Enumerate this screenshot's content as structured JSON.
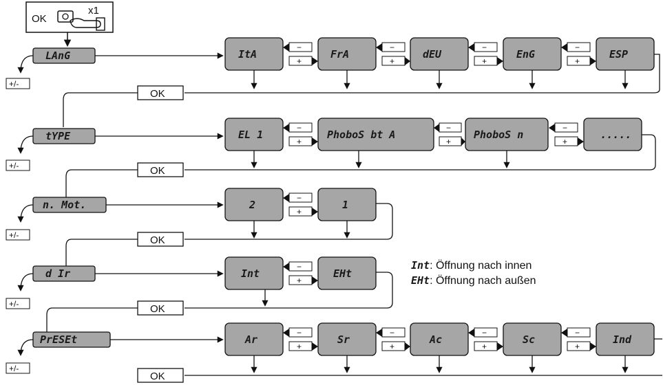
{
  "header": {
    "ok_label": "OK",
    "repeat_label": "x1"
  },
  "menus": [
    {
      "code": "LAnG",
      "options": [
        "ItA",
        "FrA",
        "dEU",
        "EnG",
        "ESP"
      ],
      "confirm_label": "OK",
      "toggle_label": "+/-"
    },
    {
      "code": "tYPE",
      "options": [
        "EL 1",
        "PhoboS bt A",
        "PhoboS n",
        "....."
      ],
      "confirm_label": "OK",
      "toggle_label": "+/-"
    },
    {
      "code": "n. Mot.",
      "options": [
        "2",
        "1"
      ],
      "confirm_label": "OK",
      "toggle_label": "+/-"
    },
    {
      "code": "d Ir",
      "options": [
        "Int",
        "EHt"
      ],
      "confirm_label": "OK",
      "toggle_label": "+/-"
    },
    {
      "code": "PrESEt",
      "options": [
        "Ar",
        "Sr",
        "Ac",
        "Sc",
        "Ind"
      ],
      "confirm_label": "OK",
      "toggle_label": "+/-"
    }
  ],
  "step_labels": {
    "minus": "−",
    "plus": "+"
  },
  "legend": [
    {
      "code": "Int",
      "text": ": Öffnung nach innen"
    },
    {
      "code": "EHt",
      "text": ": Öffnung nach außen"
    }
  ]
}
